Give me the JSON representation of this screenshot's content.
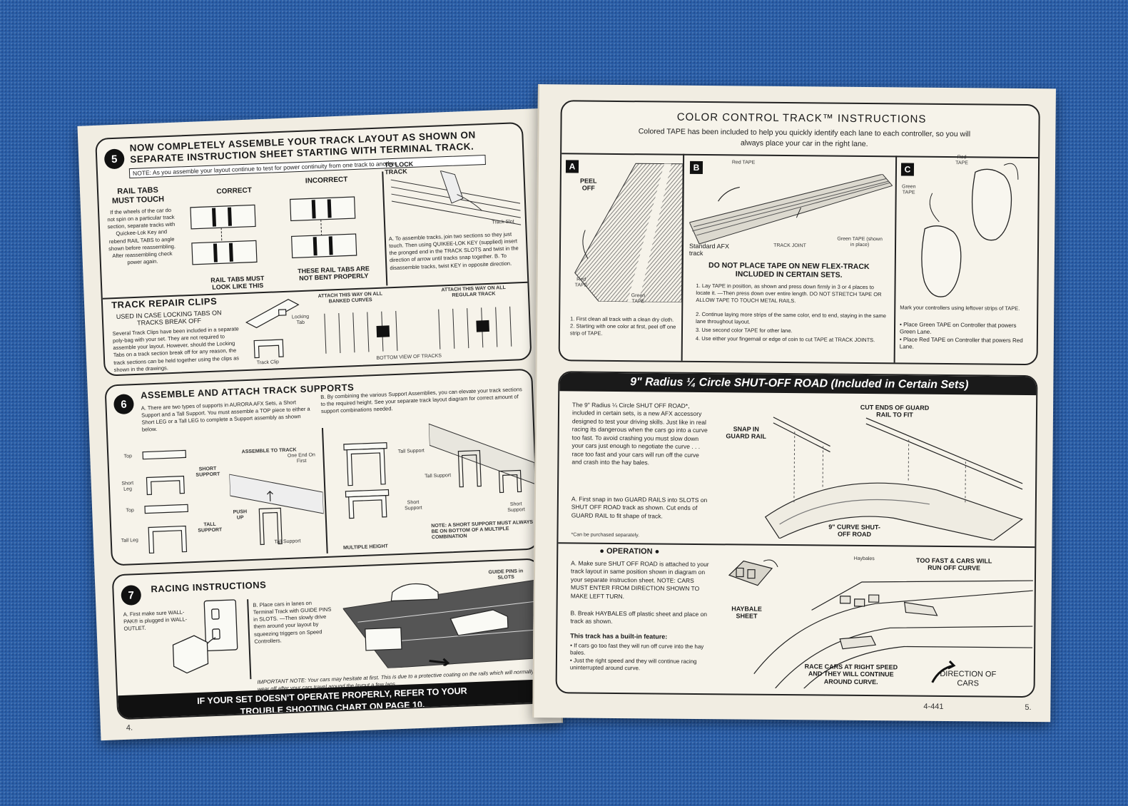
{
  "left_page": {
    "page_number": "4.",
    "step5": {
      "number": "5",
      "title": "NOW COMPLETELY ASSEMBLE YOUR TRACK LAYOUT AS SHOWN ON SEPARATE INSTRUCTION SHEET STARTING WITH TERMINAL TRACK.",
      "note": "NOTE: As you assemble your layout continue to test for power continuity from one track to another.",
      "rail_tabs_title": "RAIL TABS MUST TOUCH",
      "rail_tabs_text": "If the wheels of the car do not spin on a particular track section, separate tracks with Quickee-Lok Key and rebend RAIL TABS to angle shown before reassembling. After reassembling check power again.",
      "correct_label": "CORRECT",
      "incorrect_label": "INCORRECT",
      "rail_tabs_must_label": "RAIL TABS MUST LOOK LIKE THIS",
      "rail_tabs_not_bent_label": "THESE RAIL TABS ARE NOT BENT PROPERLY",
      "to_lock_track_label": "TO LOCK TRACK",
      "track_slot_label": "Track Slot",
      "lock_text": "A. To assemble tracks, join two sections so they just touch. Then using QUIKEE-LOK KEY (supplied) insert the pronged end in the TRACK SLOTS and twist in the direction of arrow until tracks snap together. B. To disassemble tracks, twist KEY in opposite direction.",
      "repair_title": "TRACK REPAIR CLIPS",
      "repair_subtitle": "USED IN CASE LOCKING TABS ON TRACKS BREAK OFF",
      "repair_text": "Several Track Clips have been included in a separate poly-bag with your set. They are not required to assemble your layout. However, should the Locking Tabs on a track section break off for any reason, the track sections can be held together using the clips as shown in the drawings.",
      "locking_tab_label": "Locking Tab",
      "track_clip_label": "Track Clip",
      "attach_banked_label": "ATTACH THIS WAY ON ALL BANKED CURVES",
      "attach_regular_label": "ATTACH THIS WAY ON ALL REGULAR TRACK",
      "bottom_view_label": "BOTTOM VIEW OF TRACKS"
    },
    "step6": {
      "number": "6",
      "title": "ASSEMBLE AND ATTACH TRACK SUPPORTS",
      "text_a": "A. There are two types of supports in AURORA AFX Sets, a Short Support and a Tall Support. You must assemble a TOP piece to either a Short LEG or a Tall LEG to complete a Support assembly as shown below.",
      "text_b": "B. By combining the various Support Assemblies, you can elevate your track sections to the required height. See your separate track layout diagram for correct amount of support combinations needed.",
      "top_label": "Top",
      "short_leg_label": "Short Leg",
      "tall_leg_label": "Tall Leg",
      "short_support_label": "SHORT SUPPORT",
      "tall_support_label": "TALL SUPPORT",
      "assemble_to_track_label": "ASSEMBLE TO TRACK",
      "one_end_label": "One End On First",
      "push_up_label": "PUSH UP",
      "tall_support_small": "Tall Support",
      "short_support_small": "Short Support",
      "multiple_height_label": "MULTIPLE HEIGHT",
      "note": "NOTE: A SHORT SUPPORT MUST ALWAYS BE ON BOTTOM OF A MULTIPLE COMBINATION"
    },
    "step7": {
      "number": "7",
      "title": "RACING INSTRUCTIONS",
      "text_a": "A. First make sure WALL-PAK® is plugged in WALL-OUTLET.",
      "text_b": "B. Place cars in lanes on Terminal Track with GUIDE PINS in SLOTS. —Then slowly drive them around your layout by squeezing triggers on Speed Controllers.",
      "guide_pins_label": "GUIDE PINS in SLOTS",
      "important_note": "IMPORTANT NOTE: Your cars may hesitate at first. This is due to a protective coating on the rails which will normally wear off after your cars travel around the layout a few laps.",
      "banner": "IF YOUR SET DOESN'T OPERATE PROPERLY, REFER TO YOUR TROUBLE SHOOTING CHART ON PAGE 10."
    }
  },
  "right_page": {
    "page_number": "5.",
    "code": "4-441",
    "color_control": {
      "title": "COLOR CONTROL TRACK™ INSTRUCTIONS",
      "subtitle": "Colored TAPE has been included to help you quickly identify each lane to each controller, so you will always place your car in the right lane.",
      "panel_a": "A",
      "panel_b": "B",
      "panel_c": "C",
      "peel_off": "PEEL OFF",
      "red_tape": "Red TAPE",
      "green_tape": "Green TAPE",
      "standard_afx": "Standard AFX track",
      "track_joint": "TRACK JOINT",
      "green_tape_shown": "Green TAPE (shown in place)",
      "warning": "DO NOT PLACE TAPE ON NEW FLEX-TRACK INCLUDED IN CERTAIN SETS.",
      "a_steps": "1. First clean all track with a clean dry cloth. 2. Starting with one color at first, peel off one strip of TAPE.",
      "b_steps": [
        "1. Lay TAPE in position, as shown and press down firmly in 3 or 4 places to locate it. —Then press down over entire length. DO NOT STRETCH TAPE OR ALLOW TAPE TO TOUCH METAL RAILS.",
        "2. Continue laying more strips of the same color, end to end, staying in the same lane throughout layout.",
        "3. Use second color TAPE for other lane.",
        "4. Use either your fingernail or edge of coin to cut TAPE at TRACK JOINTS."
      ],
      "c_text": "Mark your controllers using leftover strips of TAPE.",
      "c_bullets": [
        "Place Green TAPE on Controller that powers Green Lane.",
        "Place Red TAPE on Controller that powers Red Lane."
      ]
    },
    "shutoff": {
      "title": "9\" Radius ¼ Circle SHUT-OFF ROAD (Included in Certain Sets)",
      "intro": "The 9\" Radius ¼ Circle SHUT OFF ROAD*, included in certain sets, is a new AFX accessory designed to test your driving skills. Just like in real racing its dangerous when the cars go into a curve too fast. To avoid crashing you must slow down your cars just enough to negotiate the curve . . . race too fast and your cars will run off the curve and crash into the hay bales.",
      "step_a": "A. First snap in two GUARD RAILS into SLOTS on SHUT OFF ROAD track as shown. Cut ends of GUARD RAIL to fit shape of track.",
      "footnote": "*Can be purchased separately.",
      "snap_in": "SNAP IN GUARD RAIL",
      "cut_ends": "CUT ENDS OF GUARD RAIL TO FIT",
      "curve_label": "9\" CURVE SHUT-OFF ROAD",
      "operation_title": "● OPERATION ●",
      "op_a": "A. Make sure SHUT OFF ROAD is attached to your track layout in same position shown in diagram on your separate instruction sheet. NOTE: CARS MUST ENTER FROM DIRECTION SHOWN TO MAKE LEFT TURN.",
      "op_b": "B. Break HAYBALES off plastic sheet and place on track as shown.",
      "feature_title": "This track has a built-in feature:",
      "features": [
        "If cars go too fast they will run off curve into the hay bales.",
        "Just the right speed and they will continue racing uninterrupted around curve."
      ],
      "haybale_sheet": "HAYBALE SHEET",
      "haybales": "Haybales",
      "too_fast": "TOO FAST & CARS WILL RUN OFF CURVE",
      "race_cars": "RACE CARS AT RIGHT SPEED AND THEY WILL CONTINUE AROUND CURVE.",
      "direction": "DIRECTION OF CARS"
    }
  }
}
